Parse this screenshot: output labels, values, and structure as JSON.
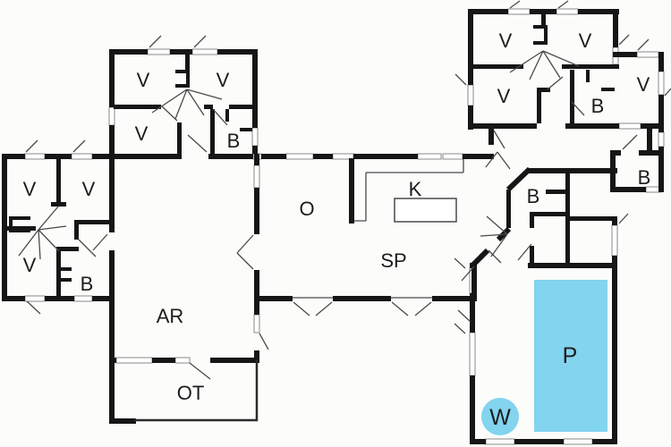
{
  "title": "holiday-home-floor-plan",
  "colors": {
    "background": "#fcfcfa",
    "wall": "#161616",
    "pool": "#82d4ef",
    "label": "#1c1c1c",
    "pool_label": "#20404e",
    "thin_line": "#4a4a4a",
    "window_stroke": "#8a8a8a"
  },
  "rooms": [
    {
      "id": "bedroom-northwest-1",
      "label": "V"
    },
    {
      "id": "bedroom-northwest-2",
      "label": "V"
    },
    {
      "id": "bedroom-northwest-3",
      "label": "V"
    },
    {
      "id": "bathroom-northwest",
      "label": "B"
    },
    {
      "id": "bedroom-west-1",
      "label": "V"
    },
    {
      "id": "bedroom-west-2",
      "label": "V"
    },
    {
      "id": "bedroom-west-3",
      "label": "V"
    },
    {
      "id": "bathroom-west",
      "label": "B"
    },
    {
      "id": "living-area",
      "label": "O"
    },
    {
      "id": "kitchen",
      "label": "K"
    },
    {
      "id": "lounge",
      "label": "SP"
    },
    {
      "id": "activity-room",
      "label": "AR"
    },
    {
      "id": "terrace",
      "label": "OT"
    },
    {
      "id": "bedroom-northeast-1",
      "label": "V"
    },
    {
      "id": "bedroom-northeast-2",
      "label": "V"
    },
    {
      "id": "bedroom-northeast-3",
      "label": "V"
    },
    {
      "id": "bathroom-northeast",
      "label": "B"
    },
    {
      "id": "bedroom-east",
      "label": "V"
    },
    {
      "id": "bathroom-east",
      "label": "B"
    },
    {
      "id": "bathroom-poolside",
      "label": "B"
    },
    {
      "id": "pool",
      "label": "P"
    },
    {
      "id": "whirlpool",
      "label": "W"
    }
  ]
}
